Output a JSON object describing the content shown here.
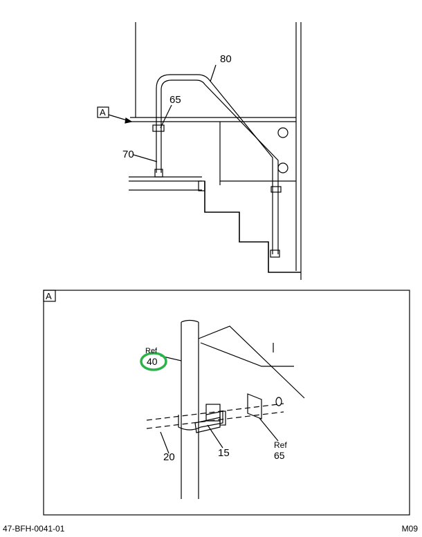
{
  "top_view": {
    "callout_ref": "A",
    "labels": {
      "handrail": "80",
      "clamp": "65",
      "post": "70"
    }
  },
  "detail_view": {
    "title": "A",
    "ref_40": {
      "ref": "Ref",
      "num": "40"
    },
    "ref_65": {
      "ref": "Ref",
      "num": "65"
    },
    "labels": {
      "bracket": "15",
      "bolt": "20"
    },
    "highlight_color": "#2bb34a"
  },
  "footer": {
    "left": "47-BFH-0041-01",
    "right": "M09"
  }
}
